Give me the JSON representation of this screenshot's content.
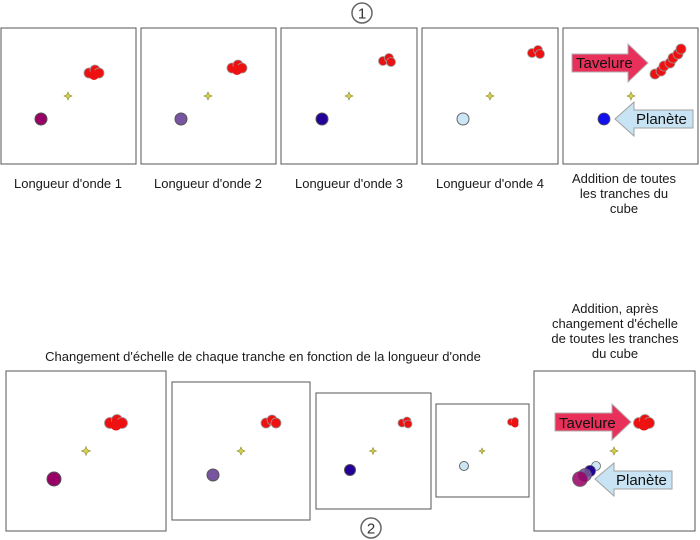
{
  "step1": {
    "number": "1",
    "captions": [
      "Longueur d'onde 1",
      "Longueur d'onde 2",
      "Longueur d'onde 3",
      "Longueur d'onde 4"
    ],
    "sum_caption": [
      "Addition de toutes",
      "les tranches du",
      "cube"
    ],
    "tavelure_label": "Tavelure",
    "planete_label": "Planète"
  },
  "step2": {
    "number": "2",
    "title": "Changement d'échelle de chaque tranche en fonction de la longueur d'onde",
    "sum_caption": [
      "Addition, après",
      "changement d'échelle",
      "de toutes les tranches",
      "du cube"
    ],
    "tavelure_label": "Tavelure",
    "planete_label": "Planète"
  },
  "colors": {
    "frame": "#555555",
    "speckle": "#ee1111",
    "star": "#c8c040",
    "tavelure_arrow": "#e8305a",
    "planete_arrow": "#c8e4f4",
    "wavelength_1": "#990066",
    "wavelength_2": "#7755a0",
    "wavelength_3": "#220099",
    "wavelength_4": "#cce6f6",
    "planet_sum": "#1111ee"
  }
}
